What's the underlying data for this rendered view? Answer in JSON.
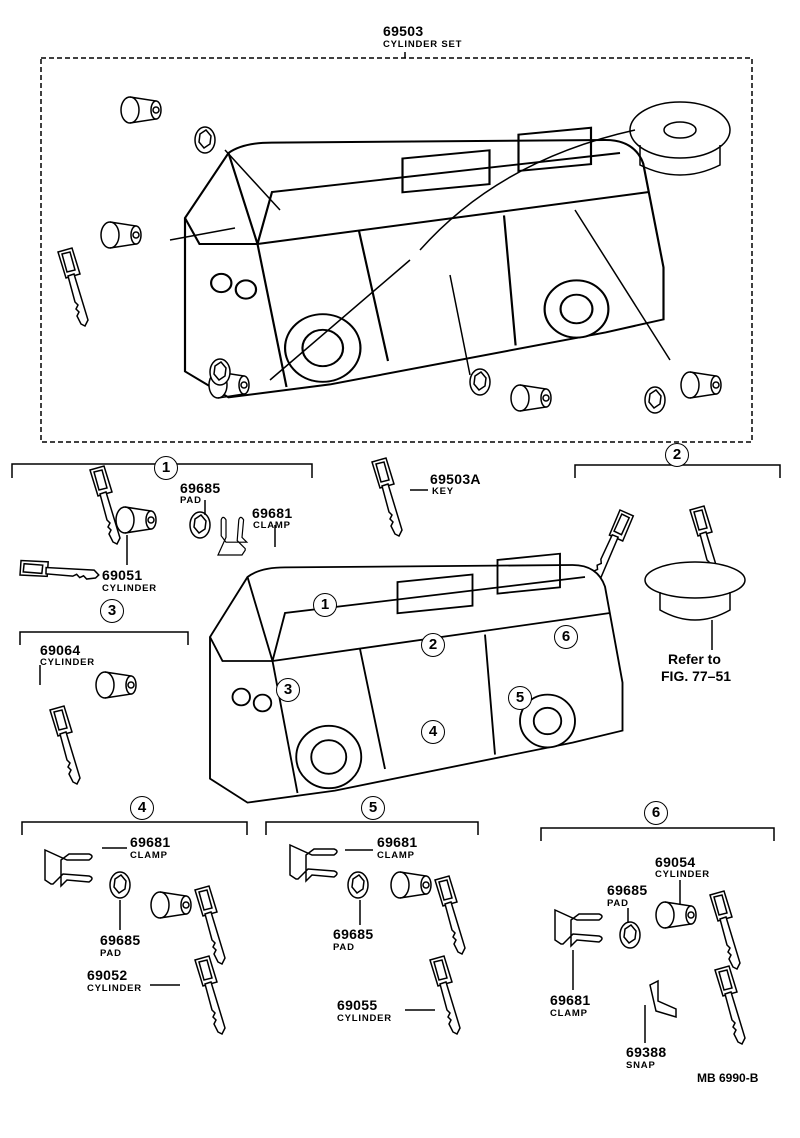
{
  "title": {
    "number": "69503",
    "name": "CYLINDER SET"
  },
  "callouts": [
    "1",
    "2",
    "3",
    "4",
    "5",
    "6"
  ],
  "group1": {
    "pad": {
      "number": "69685",
      "name": "PAD"
    },
    "clamp": {
      "number": "69681",
      "name": "CLAMP"
    },
    "cylinder": {
      "number": "69051",
      "name": "CYLINDER"
    }
  },
  "key": {
    "number": "69503A",
    "name": "KEY"
  },
  "group2": {
    "refer_line1": "Refer to",
    "refer_line2": "FIG. 77–51"
  },
  "group3": {
    "cylinder": {
      "number": "69064",
      "name": "CYLINDER"
    }
  },
  "group4": {
    "clamp": {
      "number": "69681",
      "name": "CLAMP"
    },
    "pad": {
      "number": "69685",
      "name": "PAD"
    },
    "cylinder": {
      "number": "69052",
      "name": "CYLINDER"
    }
  },
  "group5": {
    "clamp": {
      "number": "69681",
      "name": "CLAMP"
    },
    "pad": {
      "number": "69685",
      "name": "PAD"
    },
    "cylinder": {
      "number": "69055",
      "name": "CYLINDER"
    }
  },
  "group6": {
    "cylinder": {
      "number": "69054",
      "name": "CYLINDER"
    },
    "pad": {
      "number": "69685",
      "name": "PAD"
    },
    "clamp": {
      "number": "69681",
      "name": "CLAMP"
    },
    "snap": {
      "number": "69388",
      "name": "SNAP"
    }
  },
  "figure_code": "MB 6990-B"
}
